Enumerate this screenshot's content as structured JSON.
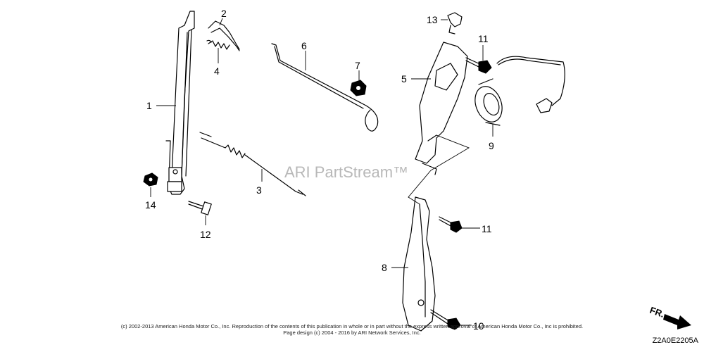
{
  "watermark": "ARI PartStream™",
  "direction_label": "FR.",
  "diagram_code": "Z2A0E2205A",
  "copyright_line1": "(c) 2002-2013 American Honda Motor Co., Inc. Reproduction of the contents of this publication in whole or in part without the express written approval of American Honda Motor Co., Inc is prohibited.",
  "copyright_line2": "Page design (c) 2004 - 2016 by ARI Network Services, Inc.",
  "callouts": {
    "c1": "1",
    "c2": "2",
    "c3": "3",
    "c4": "4",
    "c5": "5",
    "c6": "6",
    "c7": "7",
    "c8": "8",
    "c9": "9",
    "c10": "10",
    "c11a": "11",
    "c11b": "11",
    "c12": "12",
    "c13": "13",
    "c14": "14"
  }
}
